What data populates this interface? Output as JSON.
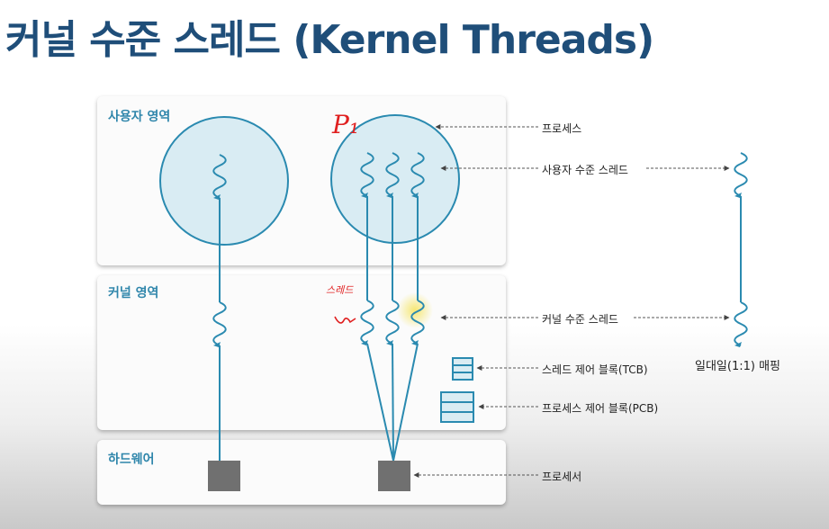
{
  "title": "커널 수준 스레드 (Kernel Threads)",
  "regions": {
    "user": "사용자 영역",
    "kernel": "커널 영역",
    "hardware": "하드웨어"
  },
  "labels": {
    "process": "프로세스",
    "user_thread": "사용자 수준 스레드",
    "kernel_thread": "커널 수준 스레드",
    "tcb": "스레드 제어 블록(TCB)",
    "pcb": "프로세스 제어 블록(PCB)",
    "processor": "프로세서",
    "mapping": "일대일(1:1) 매핑"
  },
  "handwritten": {
    "p1": "P₁",
    "thread_note": "스레드"
  },
  "colors": {
    "title": "#1f4e79",
    "line": "#2a8ab0",
    "circle_fill": "#d9ecf3",
    "hw_box": "#707070",
    "annotation": "#e02020",
    "highlight": "#f5e66b"
  }
}
